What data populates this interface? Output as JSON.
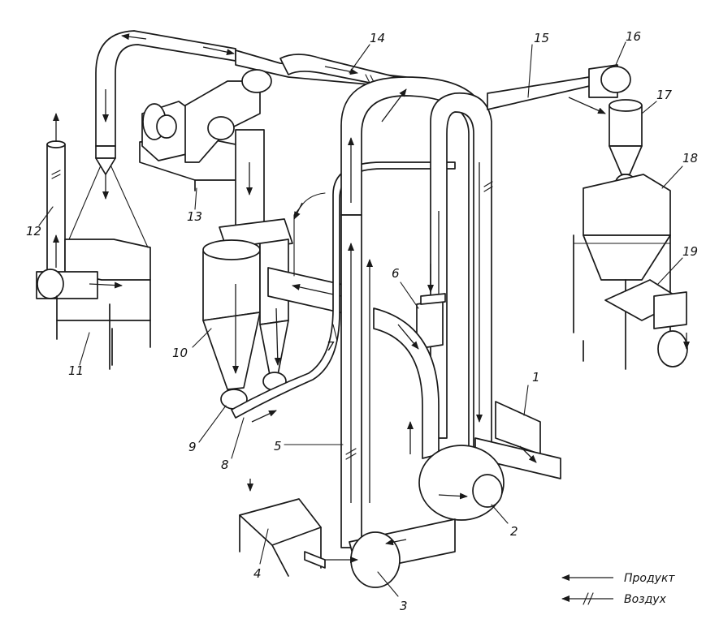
{
  "labels": {
    "n1": "1",
    "n2": "2",
    "n3": "3",
    "n4": "4",
    "n5": "5",
    "n6": "6",
    "n7": "7",
    "n8": "8",
    "n9": "9",
    "n10": "10",
    "n11": "11",
    "n12": "12",
    "n13": "13",
    "n14": "14",
    "n15": "15",
    "n16": "16",
    "n17": "17",
    "n18": "18",
    "n19": "19"
  },
  "legend": {
    "product": "Продукт",
    "air": "Воздух"
  }
}
